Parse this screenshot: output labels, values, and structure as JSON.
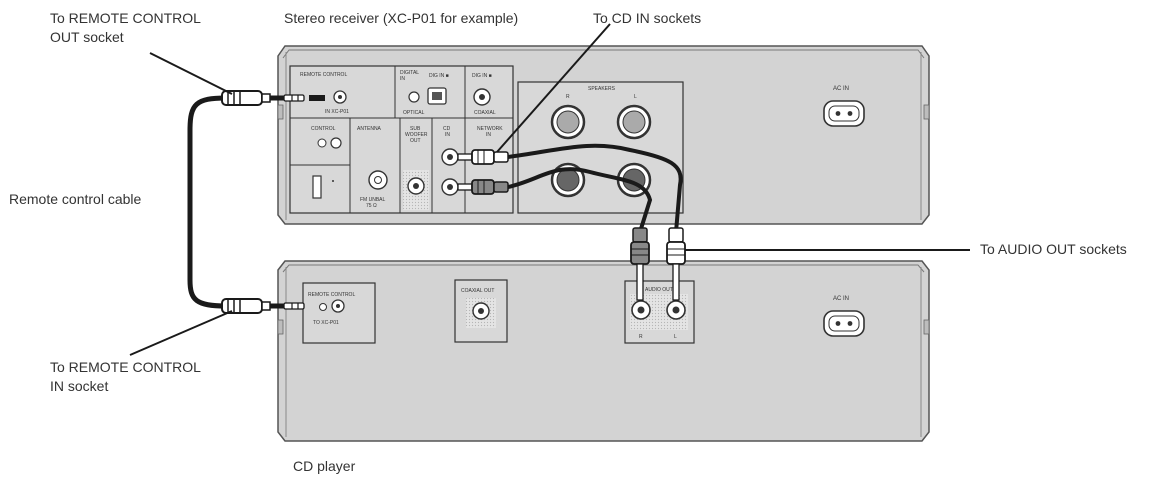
{
  "callouts": {
    "remote_out": [
      "To REMOTE CONTROL",
      "OUT socket"
    ],
    "receiver": "Stereo receiver (XC-P01 for example)",
    "cd_in": "To CD IN sockets",
    "cable": "Remote control cable",
    "audio_out": "To AUDIO OUT sockets",
    "remote_in": [
      "To REMOTE CONTROL",
      "IN socket"
    ],
    "cd_player": "CD player"
  },
  "receiver_panel": {
    "remote_control": "REMOTE CONTROL",
    "remote_sub": "IN  XC-P01",
    "digital_in": [
      "DIGITAL",
      "IN"
    ],
    "dig_in_a": "DIG IN ■",
    "dig_in_b": "DIG IN ■",
    "optical": "OPTICAL",
    "coaxial": "COAXIAL",
    "speakers": "SPEAKERS",
    "spk_r": "R",
    "spk_l": "L",
    "control": "CONTROL",
    "antenna": "ANTENNA",
    "sub_woofer": [
      "SUB",
      "WOOFER",
      "OUT"
    ],
    "cd_in": [
      "CD",
      "IN"
    ],
    "network_in": [
      "NETWORK",
      "IN"
    ],
    "fm": [
      "FM UNBAL",
      "75 Ω"
    ],
    "ac_in": "AC IN"
  },
  "cd_panel": {
    "remote_control": "REMOTE CONTROL",
    "remote_sub": "TO XC-P01",
    "coaxial_out": "COAXIAL OUT",
    "audio_out": "AUDIO OUT",
    "r": "R",
    "l": "L",
    "ac_in": "AC IN"
  },
  "colors": {
    "chassis": "#d3d3d3",
    "outline": "#555555",
    "cable": "#1a1a1a",
    "callout_text": "#333333"
  }
}
